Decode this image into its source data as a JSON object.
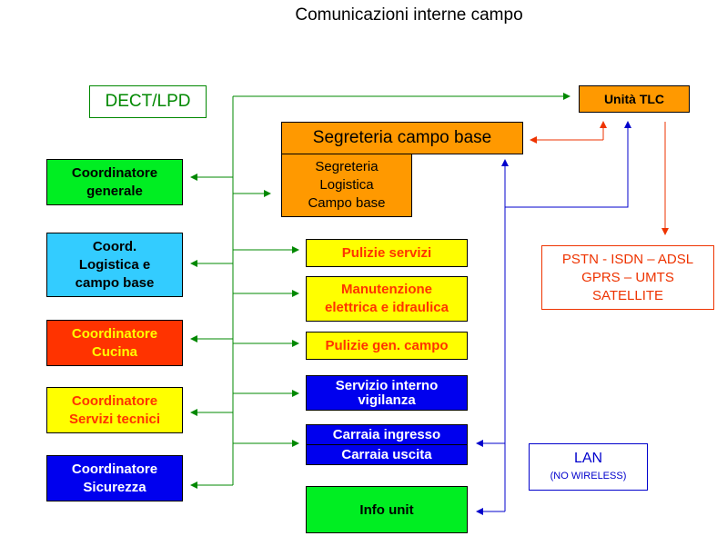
{
  "title": "Comunicazioni interne campo",
  "colors": {
    "green_box": "#00ee22",
    "cyan_box": "#33ccff",
    "red_box": "#ff3300",
    "yellow_box": "#ffff00",
    "blue_box": "#0000ee",
    "orange_box": "#ff9900",
    "green_line": "#008800",
    "blue_line": "#0000cc",
    "red_line": "#ee3300"
  },
  "dect": "DECT/LPD",
  "unita_tlc": "Unità TLC",
  "segreteria_main": "Segreteria campo base",
  "segreteria_sub": [
    "Segreteria",
    "Logistica",
    "Campo base"
  ],
  "coordinators": [
    {
      "lines": [
        "Coordinatore",
        "generale"
      ]
    },
    {
      "lines": [
        "Coord.",
        "Logistica e",
        "campo base"
      ]
    },
    {
      "lines": [
        "Coordinatore",
        "Cucina"
      ]
    },
    {
      "lines": [
        "Coordinatore",
        "Servizi tecnici"
      ]
    },
    {
      "lines": [
        "Coordinatore",
        "Sicurezza"
      ]
    }
  ],
  "services": {
    "pulizie_servizi": "Pulizie servizi",
    "manutenzione": [
      "Manutenzione",
      "elettrica e idraulica"
    ],
    "pulizie_campo": "Pulizie gen. campo",
    "vigilanza": [
      "Servizio interno",
      "vigilanza"
    ],
    "carraia_ingresso": "Carraia ingresso",
    "carraia_uscita": "Carraia uscita",
    "info_unit": "Info unit"
  },
  "external": [
    "PSTN - ISDN – ADSL",
    "GPRS – UMTS",
    "SATELLITE"
  ],
  "lan": {
    "label": "LAN",
    "note": "(NO WIRELESS)"
  }
}
